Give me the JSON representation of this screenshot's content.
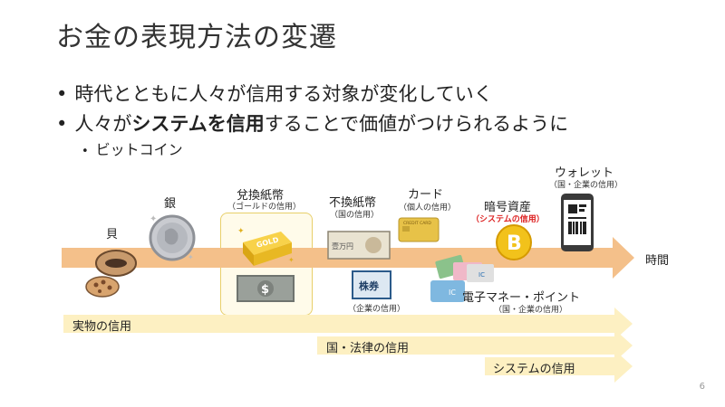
{
  "title": "お金の表現方法の変遷",
  "bullets": {
    "b1": "時代とともに人々が信用する対象が変化していく",
    "b2_pre": "人々が",
    "b2_bold": "システムを信用",
    "b2_post": "することで価値がつけられるように",
    "sub": "ビットコイン"
  },
  "timeline": {
    "axis_label": "時間",
    "items": {
      "shell": "貝",
      "silver": "銀",
      "convertible": "兌換紙幣",
      "convertible_note": "（ゴールドの信用）",
      "fiat": "不換紙幣",
      "fiat_note": "（国の信用）",
      "stock_note": "（企業の信用）",
      "card": "カード",
      "card_note": "（個人の信用）",
      "crypto": "暗号資産",
      "crypto_note": "（システムの信用）",
      "wallet": "ウォレット",
      "wallet_note": "（国・企業の信用）",
      "emoney": "電子マネー・ポイント",
      "emoney_note": "（国・企業の信用）"
    },
    "icon_text": {
      "gold": "GOLD",
      "dollar": "$",
      "stock": "株券",
      "bill": "壹万円",
      "credit": "CREDIT CARD",
      "ic": "IC",
      "bitcoin": "B"
    }
  },
  "arrows": {
    "a1": "実物の信用",
    "a2": "国・法律の信用",
    "a3": "システムの信用"
  },
  "page_number": "6",
  "colors": {
    "timeline": "#f4c08a",
    "trust_arrow": "#fdf0c2",
    "gold": "#f2c21b"
  }
}
